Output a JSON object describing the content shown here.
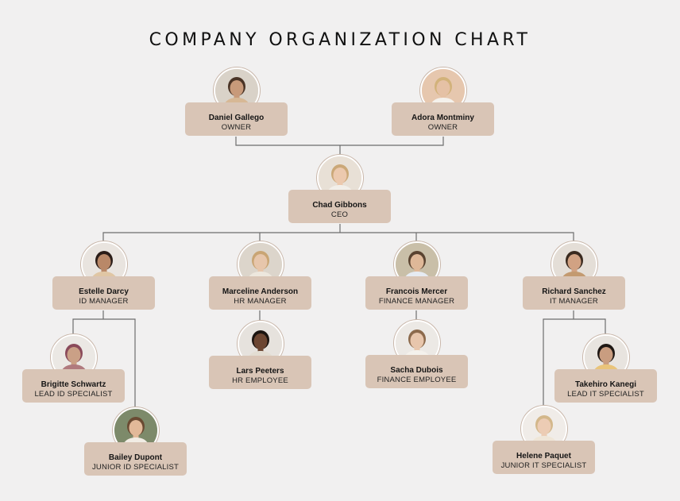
{
  "title": "COMPANY ORGANIZATION CHART",
  "colors": {
    "card": "#d9c5b6",
    "line": "#6d6d6d",
    "background": "#f1f0f0"
  },
  "people": [
    {
      "id": "daniel",
      "name": "Daniel Gallego",
      "role": "OWNER",
      "photo": {
        "bg": "#d9d2c8",
        "hair": "#4a3426",
        "skin": "#c89a7a",
        "shirt": "#d7b895"
      }
    },
    {
      "id": "adora",
      "name": "Adora Montminy",
      "role": "OWNER",
      "photo": {
        "bg": "#e6c7ae",
        "hair": "#d2b27a",
        "skin": "#e5c1a5",
        "shirt": "#f4f1ec"
      }
    },
    {
      "id": "chad",
      "name": "Chad Gibbons",
      "role": "CEO",
      "photo": {
        "bg": "#e8e0d6",
        "hair": "#cba878",
        "skin": "#ecc9ae",
        "shirt": "#f2efe9"
      }
    },
    {
      "id": "estelle",
      "name": "Estelle Darcy",
      "role": "ID MANAGER",
      "photo": {
        "bg": "#e9e4df",
        "hair": "#2b1d18",
        "skin": "#b98868",
        "shirt": "#e0c6a4"
      }
    },
    {
      "id": "marceline",
      "name": "Marceline Anderson",
      "role": "HR MANAGER",
      "photo": {
        "bg": "#dcd5cb",
        "hair": "#c9a574",
        "skin": "#e7c6ab",
        "shirt": "#ede7dd"
      }
    },
    {
      "id": "francois",
      "name": "Francois Mercer",
      "role": "FINANCE MANAGER",
      "photo": {
        "bg": "#c9bfa8",
        "hair": "#5a4330",
        "skin": "#dfb898",
        "shirt": "#e6ebf2"
      }
    },
    {
      "id": "richard",
      "name": "Richard Sanchez",
      "role": "IT MANAGER",
      "photo": {
        "bg": "#e4ded7",
        "hair": "#3a2a1f",
        "skin": "#d1a283",
        "shirt": "#c39a70"
      }
    },
    {
      "id": "brigitte",
      "name": "Brigitte Schwartz",
      "role": "LEAD ID SPECIALIST",
      "photo": {
        "bg": "#ebe8e4",
        "hair": "#8a4a5a",
        "skin": "#caa086",
        "shirt": "#b07a7e"
      }
    },
    {
      "id": "bailey",
      "name": "Bailey Dupont",
      "role": "JUNIOR ID SPECIALIST",
      "photo": {
        "bg": "#7d8a6a",
        "hair": "#6a4a32",
        "skin": "#e2b999",
        "shirt": "#f1ece4"
      }
    },
    {
      "id": "lars",
      "name": "Lars Peeters",
      "role": "HR EMPLOYEE",
      "photo": {
        "bg": "#e6e2dd",
        "hair": "#1b1410",
        "skin": "#6c4632",
        "shirt": "#e3ddd2"
      }
    },
    {
      "id": "sacha",
      "name": "Sacha Dubois",
      "role": "FINANCE EMPLOYEE",
      "photo": {
        "bg": "#ece9e5",
        "hair": "#8c6a4c",
        "skin": "#e8c6ac",
        "shirt": "#f4f1ec"
      }
    },
    {
      "id": "takehiro",
      "name": "Takehiro Kanegi",
      "role": "LEAD IT SPECIALIST",
      "photo": {
        "bg": "#e8e4df",
        "hair": "#1f1814",
        "skin": "#c99d80",
        "shirt": "#e9c47a"
      }
    },
    {
      "id": "helene",
      "name": "Helene Paquet",
      "role": "JUNIOR IT SPECIALIST",
      "photo": {
        "bg": "#f0ece8",
        "hair": "#d3b78a",
        "skin": "#ecccb4",
        "shirt": "#efe6d8"
      }
    }
  ]
}
